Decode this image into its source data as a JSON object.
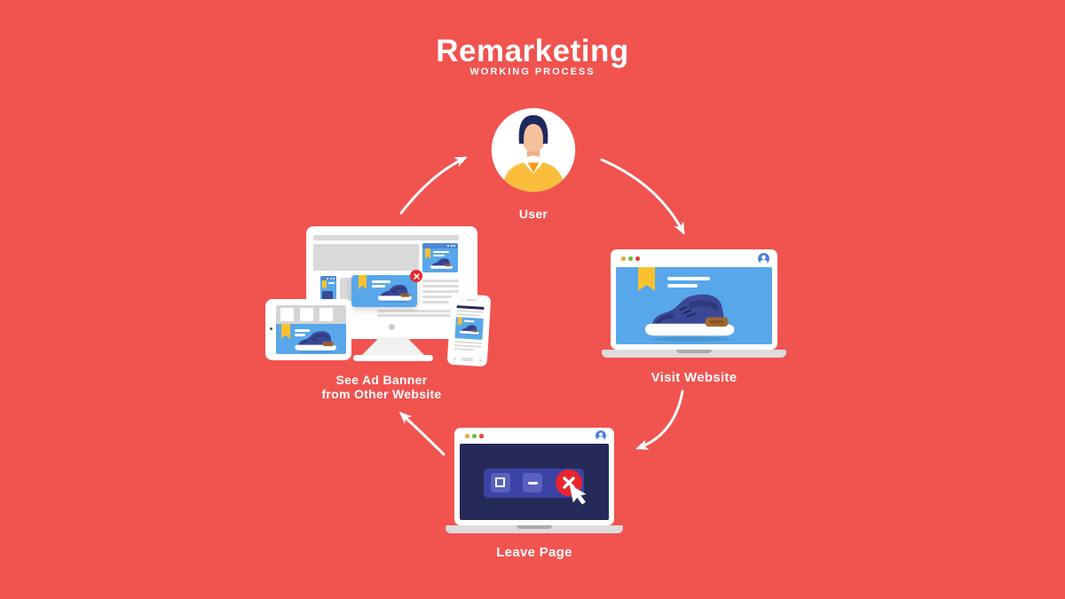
{
  "header": {
    "title": "Remarketing",
    "subtitle": "WORKING PROCESS"
  },
  "nodes": {
    "user": {
      "label": "User"
    },
    "visit_website": {
      "label": "Visit Website"
    },
    "leave_page": {
      "label": "Leave Page"
    },
    "see_ad_banner": {
      "label_line1": "See Ad Banner",
      "label_line2": "from Other Website"
    }
  },
  "diagram": {
    "type": "cycle",
    "sequence": [
      "User",
      "Visit Website",
      "Leave Page",
      "See Ad Banner from Other Website"
    ],
    "arrows": [
      {
        "from": "see_ad_banner",
        "to": "user"
      },
      {
        "from": "user",
        "to": "visit_website"
      },
      {
        "from": "visit_website",
        "to": "leave_page"
      },
      {
        "from": "leave_page",
        "to": "see_ad_banner"
      }
    ]
  },
  "icons": {
    "close_icon": "✕",
    "minimize_icon": "−",
    "maximize_icon": "□",
    "cursor_icon": "pointer-arrow",
    "profile_icon": "person-silhouette",
    "bookmark_icon": "ribbon",
    "browser_dots_icon": "three-dots",
    "sneaker_image": "blue high-top sneaker"
  },
  "colors": {
    "background": "#F1534F",
    "text_white": "#FFFFFF",
    "ad_blue": "#58A7EA",
    "ad_header_blue": "#4E86D9",
    "bookmark_yellow": "#F9C12F",
    "sneaker_navy": "#3A4896",
    "sneaker_navy_dark": "#272F6B",
    "sneaker_brown": "#A26932",
    "screen_navy": "#262A58",
    "panel_indigo": "#3C43A6",
    "button_indigo": "#5A61BE",
    "close_red": "#E8262D",
    "dot_yellow": "#EBA93C",
    "dot_green": "#6FBE44",
    "dot_red": "#E2483D",
    "avatar_blue": "#4A7FD9",
    "laptop_base_gray": "#DCDCDC",
    "block_gray": "#D9D9D9",
    "skin": "#F6C29D",
    "hair_navy": "#1E2A5E",
    "sweater_yellow": "#FBBE3C",
    "collar_orange": "#F79B1D",
    "arrow_white": "#FFFFFF"
  }
}
